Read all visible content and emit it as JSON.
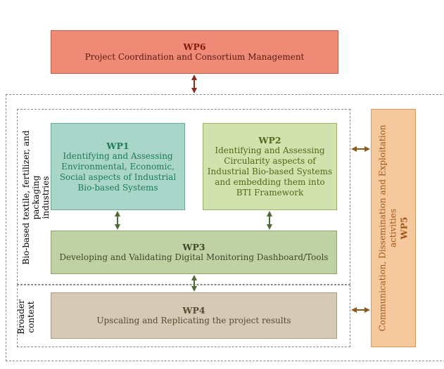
{
  "wp6": {
    "title": "WP6",
    "desc": "Project Coordination and Consortium Management"
  },
  "wp1": {
    "title": "WP1",
    "desc": [
      "Identifying and Assessing",
      "Environmental, Economic,",
      "Social aspects of Industrial",
      "Bio-based Systems"
    ]
  },
  "wp2": {
    "title": "WP2",
    "desc": [
      "Identifying and Assessing",
      "Circularity aspects of",
      "Industrial Bio-based Systems",
      "and embedding them into",
      "BTI Framework"
    ]
  },
  "wp3": {
    "title": "WP3",
    "desc": "Developing and Validating Digital Monitoring Dashboard/Tools"
  },
  "wp4": {
    "title": "WP4",
    "desc": "Upscaling and Replicating the project results"
  },
  "wp5": {
    "title": "WP5",
    "desc": [
      "Communication, Dissemination and Exploitation",
      "activities"
    ]
  },
  "labels": {
    "industries": [
      "Bio-based textile, fertilizer, and packaging",
      "industries"
    ],
    "broader": [
      "Broader",
      "context"
    ]
  },
  "colors": {
    "arrow_red": "#8b2a1e",
    "arrow_green": "#4f6b3a",
    "arrow_brown": "#8b5a22"
  }
}
